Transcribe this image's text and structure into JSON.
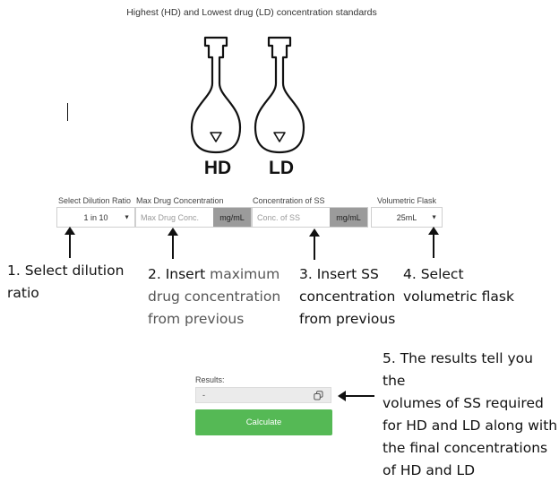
{
  "header": {
    "title": "Highest (HD) and Lowest drug (LD) concentration standards"
  },
  "flasks": {
    "hd_label": "HD",
    "ld_label": "LD"
  },
  "form": {
    "dilution": {
      "label": "Select Dilution Ratio",
      "selected": "1 in 10"
    },
    "max_drug": {
      "label": "Max Drug Concentration",
      "placeholder": "Max Drug Conc.",
      "unit": "mg/mL"
    },
    "ss_conc": {
      "label": "Concentration of SS",
      "placeholder": "Conc. of SS",
      "unit": "mg/mL"
    },
    "flask": {
      "label": "Volumetric Flask",
      "selected": "25mL"
    }
  },
  "steps": {
    "step1": {
      "line1": "1. Select dilution",
      "line2": "ratio"
    },
    "step2": {
      "line1a": "2. Insert ",
      "line1b": "maximum",
      "line2": "drug concentration",
      "line3": "from previous"
    },
    "step3": {
      "line1": "3. Insert SS",
      "line2": "concentration",
      "line3": "from previous"
    },
    "step4": {
      "line1": "4. Select",
      "line2": "volumetric flask"
    },
    "step5": {
      "line1": "5. The results tell you the",
      "line2": "volumes of SS required",
      "line3": "for HD and LD along with",
      "line4": "the final concentrations",
      "line5": "of HD and LD"
    }
  },
  "results": {
    "label": "Results:",
    "value": "-",
    "calculate_label": "Calculate"
  },
  "colors": {
    "calculate_button": "#55b955",
    "unit_badge": "#9b9b9b",
    "results_bg": "#ebebeb"
  }
}
